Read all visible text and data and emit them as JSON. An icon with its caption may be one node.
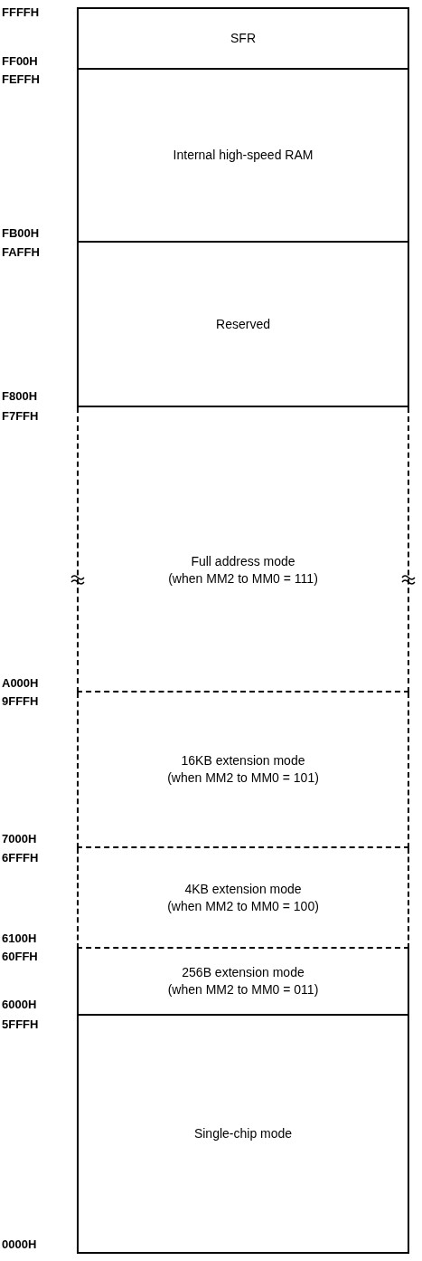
{
  "diagram": {
    "nodes": [
      {
        "text": [
          "SFR"
        ]
      },
      {
        "text": [
          "Internal high-speed RAM"
        ]
      },
      {
        "text": [
          "Reserved"
        ]
      },
      {
        "text": [
          "Full address mode",
          "(when MM2 to MM0 = 111)"
        ]
      },
      {
        "text": [
          "16KB extension mode",
          "(when MM2 to MM0 = 101)"
        ]
      },
      {
        "text": [
          "4KB extension mode",
          "(when MM2 to MM0 = 100)"
        ]
      },
      {
        "text": [
          "256B extension mode",
          "(when MM2 to MM0 = 011)"
        ]
      },
      {
        "text": [
          "Single-chip mode"
        ]
      }
    ],
    "labels": [
      "FFFFH",
      "FF00H",
      "FEFFH",
      "FB00H",
      "FAFFH",
      "F800H",
      "F7FFH",
      "A000H",
      "9FFFH",
      "7000H",
      "6FFFH",
      "6100H",
      "60FFH",
      "6000H",
      "5FFFH",
      "0000H"
    ]
  }
}
